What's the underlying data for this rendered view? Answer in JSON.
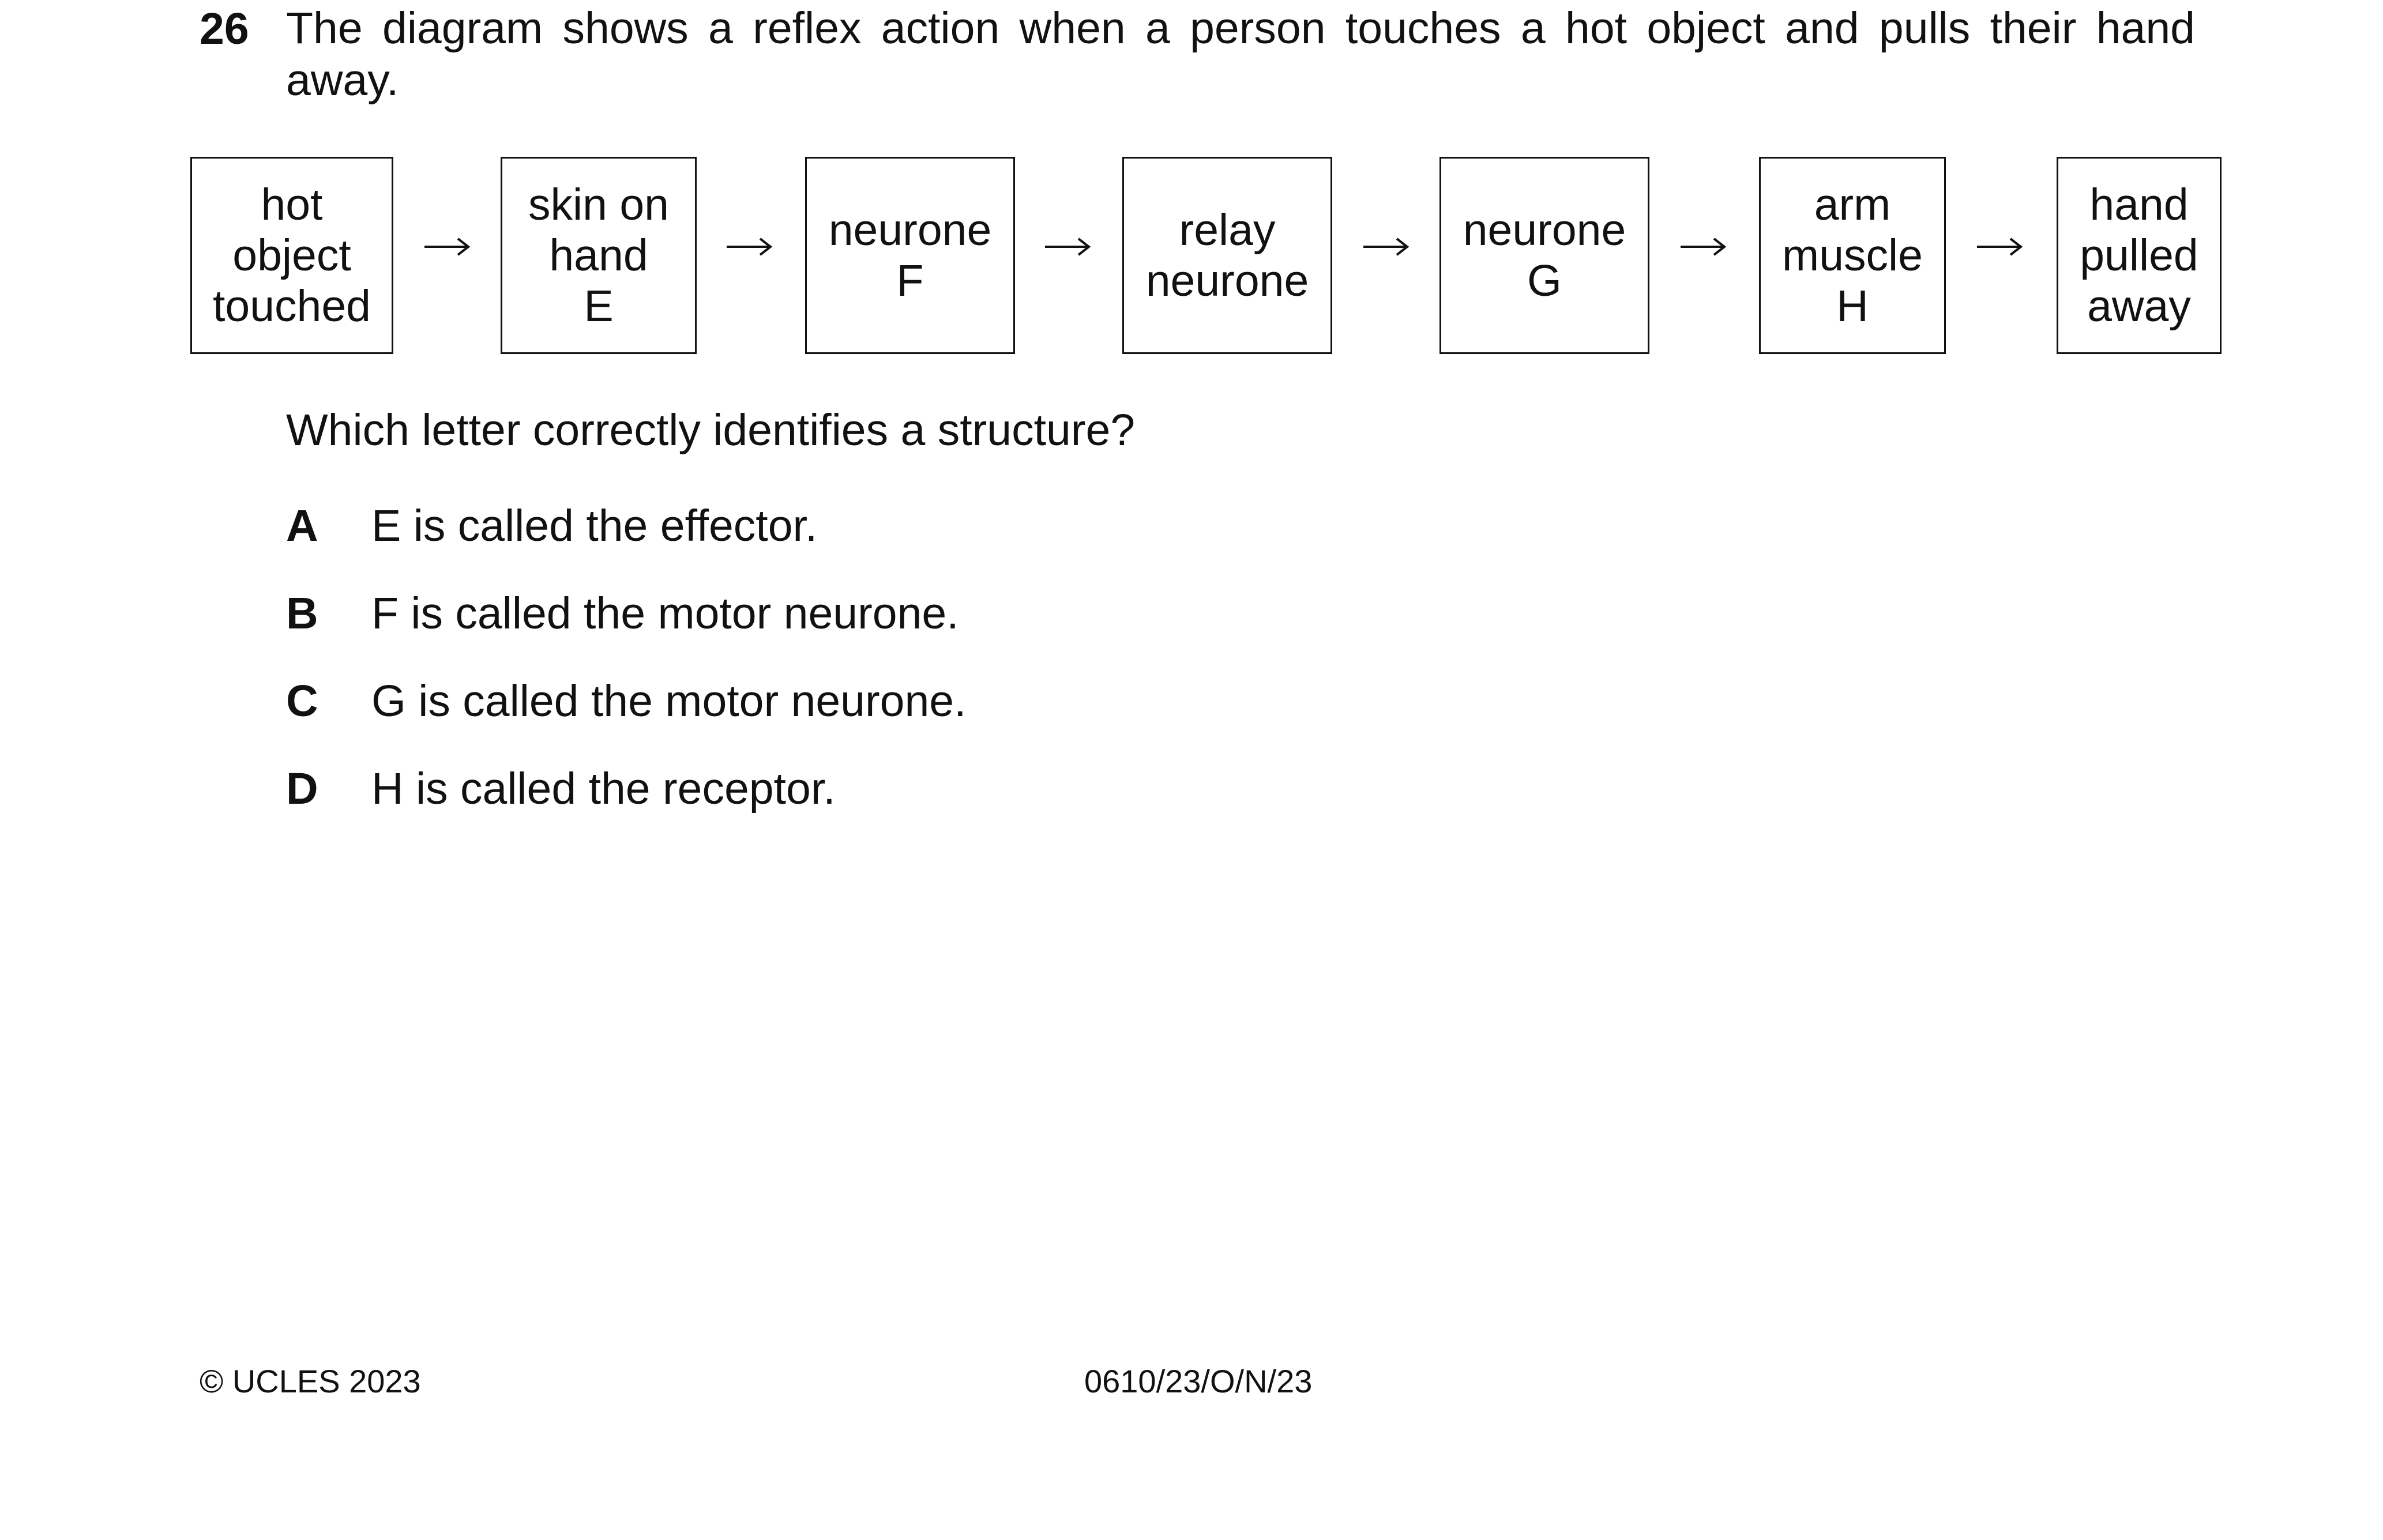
{
  "question": {
    "number": "26",
    "stem": "The diagram shows a reflex action when a person touches a hot object and pulls their hand away."
  },
  "diagram": {
    "boxes": [
      {
        "label": "hot\nobject\ntouched"
      },
      {
        "label": "skin on\nhand\nE"
      },
      {
        "label": "neurone\nF"
      },
      {
        "label": "relay\nneurone"
      },
      {
        "label": "neurone\nG"
      },
      {
        "label": "arm\nmuscle\nH"
      },
      {
        "label": "hand\npulled\naway"
      }
    ],
    "connector_icon": "right-arrow-icon"
  },
  "prompt": "Which letter correctly identifies a structure?",
  "options": [
    {
      "letter": "A",
      "text": "E is called the effector."
    },
    {
      "letter": "B",
      "text": "F is called the motor neurone."
    },
    {
      "letter": "C",
      "text": "G is called the motor neurone."
    },
    {
      "letter": "D",
      "text": "H is called the receptor."
    }
  ],
  "footer": {
    "copyright": "© UCLES 2023",
    "paper_code": "0610/23/O/N/23"
  }
}
